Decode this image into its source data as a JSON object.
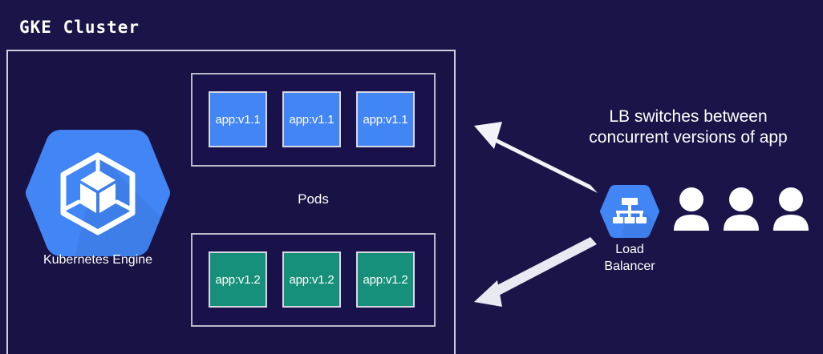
{
  "diagram": {
    "title": "GKE Cluster",
    "background_color": "#1a1448",
    "cluster": {
      "border_color": "#cfcfdd",
      "pods_label": "Pods",
      "pod_groups": [
        {
          "name": "version-1-1",
          "color": "#4285f4",
          "pods": [
            {
              "label": "app:v1.1"
            },
            {
              "label": "app:v1.1"
            },
            {
              "label": "app:v1.1"
            }
          ]
        },
        {
          "name": "version-1-2",
          "color": "#16907a",
          "pods": [
            {
              "label": "app:v1.2"
            },
            {
              "label": "app:v1.2"
            },
            {
              "label": "app:v1.2"
            }
          ]
        }
      ],
      "engine": {
        "label": "Kubernetes Engine",
        "icon": "kubernetes-engine-hexagon-icon",
        "color": "#4285f4"
      }
    },
    "load_balancer": {
      "label_line1": "Load",
      "label_line2": "Balancer",
      "icon": "load-balancer-hexagon-icon",
      "color": "#4285f4"
    },
    "users": {
      "icon": "user-icon",
      "count": 3,
      "color": "#ffffff"
    },
    "caption": {
      "line1": "LB switches between",
      "line2": "concurrent versions of app"
    },
    "arrows": [
      {
        "name": "lb-to-v11-arrow",
        "direction": "up-left",
        "color": "#f0f0f5"
      },
      {
        "name": "lb-to-v12-arrow",
        "direction": "down-left",
        "color": "#e8e8f0"
      }
    ]
  }
}
